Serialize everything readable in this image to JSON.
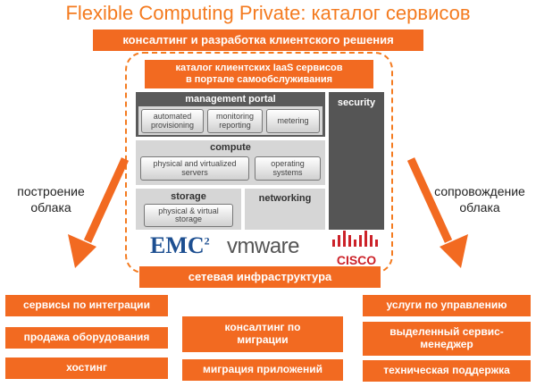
{
  "title": "Flexible Computing Private: каталог сервисов",
  "top_banner": "консалтинг и разработка клиентского решения",
  "portal_catalog": {
    "line1": "каталог клиентских IaaS сервисов",
    "line2": "в портале самообслуживания"
  },
  "management_portal": {
    "label": "management portal",
    "items": [
      {
        "line1": "automated",
        "line2": "provisioning"
      },
      {
        "line1": "monitoring",
        "line2": "reporting"
      },
      {
        "line1": "metering",
        "line2": ""
      }
    ]
  },
  "security": {
    "label": "security"
  },
  "compute": {
    "label": "compute",
    "items": [
      {
        "line1": "physical  and virtualized",
        "line2": "servers"
      },
      {
        "line1": "operating",
        "line2": "systems"
      }
    ]
  },
  "storage": {
    "label": "storage",
    "item": {
      "line1": "physical & virtual",
      "line2": "storage"
    }
  },
  "networking": {
    "label": "networking"
  },
  "logos": {
    "emc": "EMC",
    "emc_sup": "2",
    "vmware": "vmware",
    "cisco": "CISCO"
  },
  "network_infra": "сетевая инфраструктура",
  "left_side": {
    "line1": "построение",
    "line2": "облака"
  },
  "right_side": {
    "line1": "сопровождение",
    "line2": "облака"
  },
  "left_services": [
    "сервисы по интеграции",
    "продажа оборудования",
    "хостинг"
  ],
  "middle_services": [
    {
      "line1": "консалтинг по",
      "line2": "миграции"
    },
    {
      "line1": "миграция приложений",
      "line2": ""
    }
  ],
  "right_services": [
    {
      "line1": "услуги по управлению",
      "line2": ""
    },
    {
      "line1": "выделенный сервис-",
      "line2": "менеджер"
    },
    {
      "line1": "техническая поддержка",
      "line2": ""
    }
  ],
  "colors": {
    "orange": "#f26a21",
    "title_orange": "#f47b20",
    "panel_grey": "#d6d6d6",
    "dark_grey": "#555555",
    "emc_blue": "#1d4f91",
    "cisco_red": "#cc2229"
  }
}
